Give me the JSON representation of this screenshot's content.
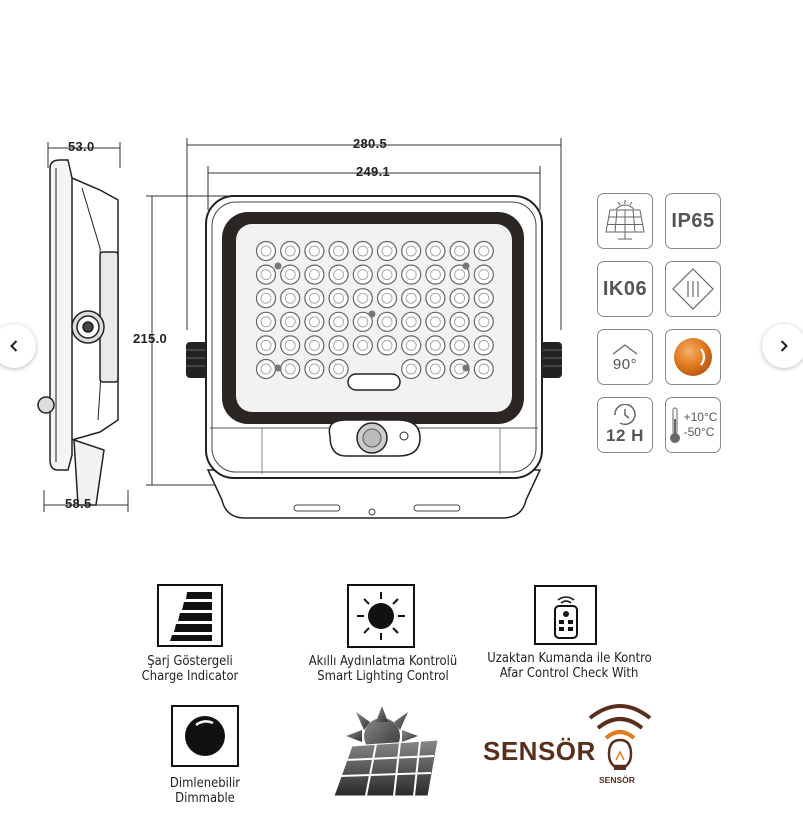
{
  "dimensions": {
    "top_width": "53.0",
    "bottom_width": "58.5",
    "overall_width": "280.5",
    "panel_width": "249.1",
    "height": "215.0"
  },
  "badges": {
    "ip": "IP65",
    "ik": "IK06",
    "angle": "90°",
    "hours": "12 H",
    "temp_high": "10°C",
    "temp_low": "50°C"
  },
  "features": {
    "charge_tr": "Şarj Göstergeli",
    "charge_en": "Charge Indicator",
    "smart_tr": "Akıllı Aydınlatma Kontrolü",
    "smart_en": "Smart Lighting Control",
    "remote_tr": "Uzaktan Kumanda ile Kontro",
    "remote_en": "Afar Control Check With",
    "dim_tr": "Dimlenebilir",
    "dim_en": "Dimmable",
    "sensor_word": "SENSÖR",
    "sensor_small": "SENSÖR"
  },
  "colors": {
    "accent_orange": "#e07a1f",
    "sensor_brown": "#5a2e1c",
    "line_dark": "#222222"
  }
}
